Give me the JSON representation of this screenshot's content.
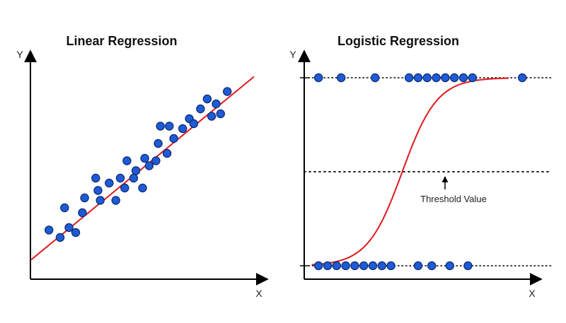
{
  "colors": {
    "point_fill": "#1f5bd6",
    "point_stroke": "#0b2a6e",
    "curve": "#e0191f",
    "axis": "#000000"
  },
  "linear": {
    "title": "Linear Regression",
    "x_label": "X",
    "y_label": "Y",
    "fit_line": {
      "from": [
        0,
        0.5
      ],
      "to": [
        10,
        7.9
      ]
    },
    "points": [
      [
        0.8,
        1.7
      ],
      [
        1.3,
        1.4
      ],
      [
        1.5,
        2.6
      ],
      [
        1.7,
        1.8
      ],
      [
        2.0,
        1.6
      ],
      [
        2.3,
        2.4
      ],
      [
        2.4,
        3.0
      ],
      [
        2.9,
        3.8
      ],
      [
        3.0,
        3.3
      ],
      [
        3.1,
        2.9
      ],
      [
        3.5,
        3.6
      ],
      [
        3.8,
        2.9
      ],
      [
        4.0,
        3.8
      ],
      [
        4.2,
        3.4
      ],
      [
        4.3,
        4.5
      ],
      [
        4.6,
        3.8
      ],
      [
        4.7,
        4.1
      ],
      [
        5.0,
        3.4
      ],
      [
        5.1,
        4.6
      ],
      [
        5.3,
        4.3
      ],
      [
        5.6,
        4.5
      ],
      [
        5.7,
        5.2
      ],
      [
        5.8,
        5.9
      ],
      [
        6.1,
        4.8
      ],
      [
        6.2,
        5.9
      ],
      [
        6.4,
        5.4
      ],
      [
        6.8,
        5.8
      ],
      [
        7.1,
        6.2
      ],
      [
        7.3,
        6.0
      ],
      [
        7.6,
        6.6
      ],
      [
        7.9,
        7.0
      ],
      [
        8.1,
        6.3
      ],
      [
        8.3,
        6.8
      ],
      [
        8.5,
        6.4
      ],
      [
        8.8,
        7.3
      ]
    ]
  },
  "logistic": {
    "title": "Logistic Regression",
    "x_label": "X",
    "y_label": "Y",
    "threshold_label": "Threshold Value",
    "threshold": 0.5,
    "sigmoid": {
      "k": 1.3,
      "x0": 4.3,
      "x_min": 0.3,
      "x_max": 9.0
    },
    "points_top": [
      0.6,
      1.6,
      3.1,
      4.6,
      5.0,
      5.4,
      5.8,
      6.2,
      6.6,
      7.0,
      7.4,
      9.6
    ],
    "points_bottom": [
      0.6,
      1.0,
      1.4,
      1.8,
      2.2,
      2.6,
      3.0,
      3.4,
      3.8,
      5.0,
      5.6,
      6.4,
      7.2
    ]
  }
}
